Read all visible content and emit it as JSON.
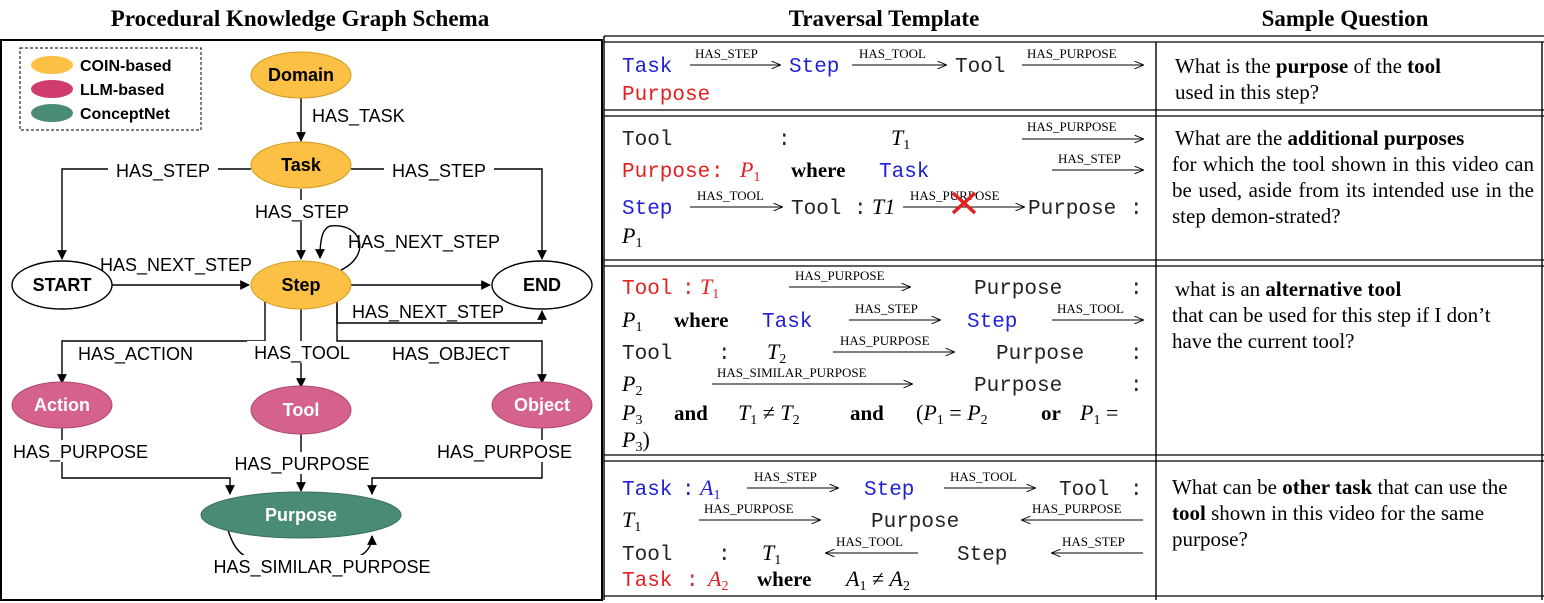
{
  "headers": {
    "schema": "Procedural Knowledge Graph Schema",
    "template": "Traversal Template",
    "question": "Sample Question"
  },
  "legend": [
    {
      "label": "COIN-based",
      "color": "#fcc044"
    },
    {
      "label": "LLM-based",
      "color": "#cf3b6a"
    },
    {
      "label": "ConceptNet",
      "color": "#4a8c73"
    }
  ],
  "nodes": {
    "domain": "Domain",
    "task": "Task",
    "step": "Step",
    "start": "START",
    "end": "END",
    "action": "Action",
    "tool": "Tool",
    "object": "Object",
    "purpose": "Purpose"
  },
  "edges": {
    "has_task": "HAS_TASK",
    "has_step": "HAS_STEP",
    "has_next_step": "HAS_NEXT_STEP",
    "has_action": "HAS_ACTION",
    "has_tool": "HAS_TOOL",
    "has_object": "HAS_OBJECT",
    "has_purpose": "HAS_PURPOSE",
    "has_similar_purpose": "HAS_SIMILAR_PURPOSE"
  },
  "template_labels": {
    "has_step": "HAS_STEP",
    "has_tool": "HAS_TOOL",
    "has_purpose": "HAS_PURPOSE",
    "has_similar_purpose": "HAS_SIMILAR_PURPOSE"
  },
  "template_words": {
    "task": "Task",
    "step": "Step",
    "tool": "Tool",
    "purpose": "Purpose",
    "where": "where",
    "and": "and",
    "or": "or"
  },
  "questions": [
    {
      "parts": [
        "What is the ",
        "purpose",
        " of the ",
        "tool",
        " used in this step?"
      ]
    },
    {
      "parts": [
        "What are the ",
        "additional purposes",
        " for which the tool shown in this video can be used, aside from its intended use in the step demon-strated?"
      ]
    },
    {
      "parts": [
        "what is an ",
        "alternative tool",
        " that can be used for this step if I don’t have the current tool?"
      ]
    },
    {
      "parts": [
        "What can be ",
        "other task",
        " that can use the ",
        "tool",
        " shown in this video for the same purpose?"
      ]
    }
  ]
}
